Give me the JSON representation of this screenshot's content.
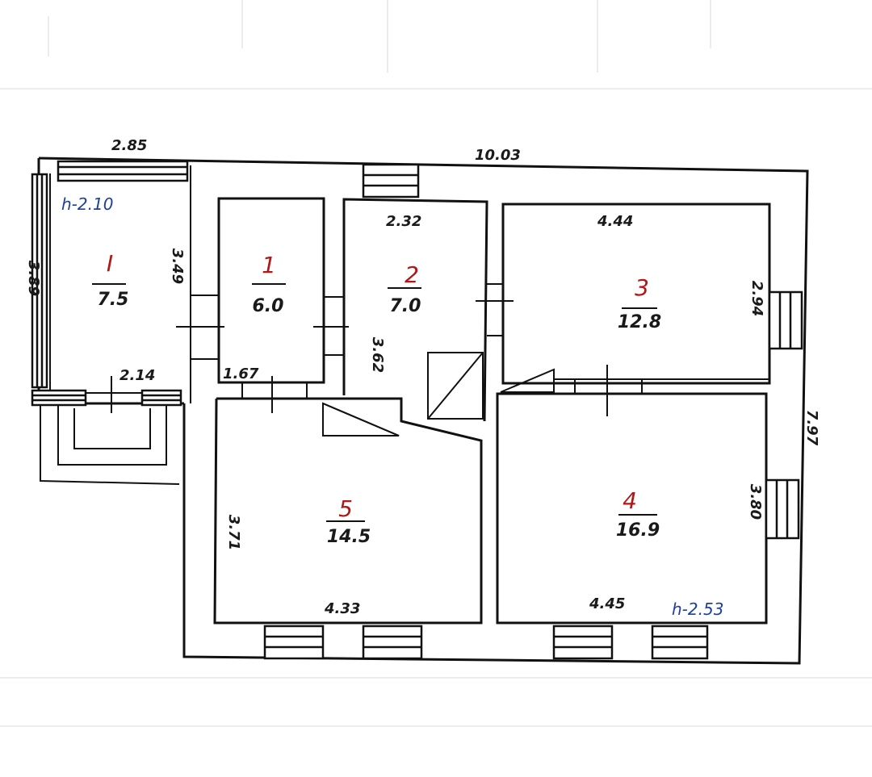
{
  "dimensions": {
    "overall_width": "10.03",
    "overall_depth": "7.97",
    "porch_width": "2.85",
    "porch_depth": "3.89",
    "porch_inner_depth": "3.49",
    "porch_inner_width": "2.14",
    "room2_width": "2.32",
    "room3_width": "4.44",
    "room3_depth": "2.94",
    "hall_depth": "3.62",
    "room1_width": "1.67",
    "room5_depth": "3.71",
    "room5_width": "4.33",
    "room4_width": "4.45",
    "room4_depth": "3.80"
  },
  "heights": {
    "porch": "h-2.10",
    "house": "h-2.53"
  },
  "rooms": [
    {
      "number": "I",
      "area": "7.5"
    },
    {
      "number": "1",
      "area": "6.0"
    },
    {
      "number": "2",
      "area": "7.0"
    },
    {
      "number": "3",
      "area": "12.8"
    },
    {
      "number": "4",
      "area": "16.9"
    },
    {
      "number": "5",
      "area": "14.5"
    }
  ]
}
